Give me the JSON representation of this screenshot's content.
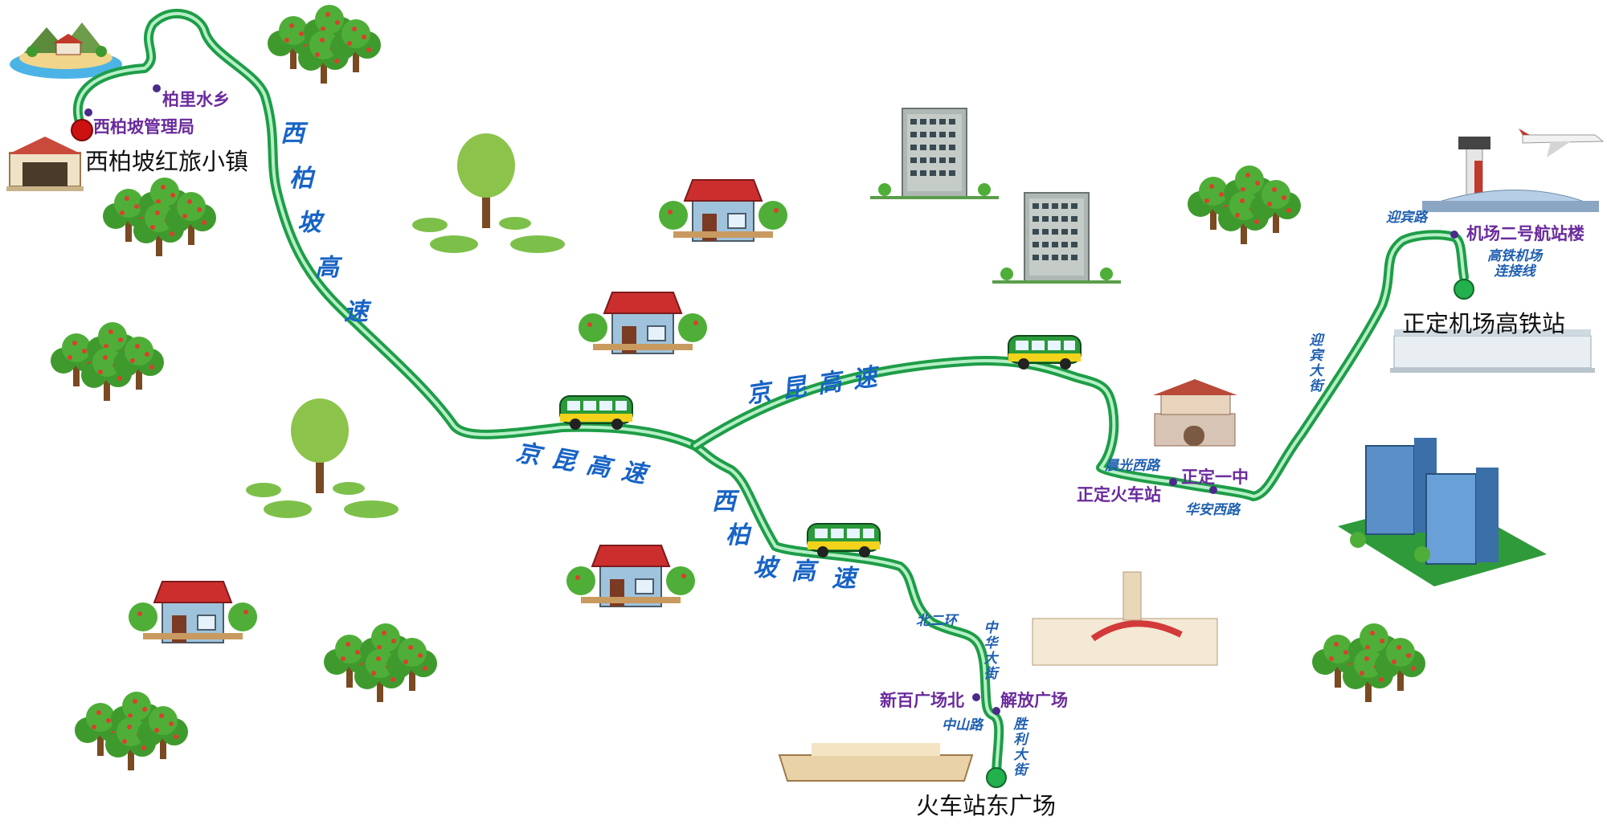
{
  "terminals": {
    "xibaipo": "西柏坡红旅小镇",
    "airport": "正定机场高铁站",
    "railway": "火车站东广场"
  },
  "stops": {
    "bailishui": "柏里水乡",
    "guanliju": "西柏坡管理局",
    "t2": "机场二号航站楼",
    "zhengding_station": "正定火车站",
    "zhengding_no1": "正定一中",
    "xinbai_north": "新百广场北",
    "jiefang": "解放广场"
  },
  "roads": {
    "yingbin": "迎宾路",
    "gaotie_link": [
      "高铁机场",
      "连接线"
    ],
    "chenguang": "晨光西路",
    "huaan": "华安西路",
    "yingbin_ave": [
      "迎",
      "宾",
      "大",
      "街"
    ],
    "beierhuan": "北二环",
    "zhonghua": [
      "中",
      "华",
      "大",
      "街"
    ],
    "zhongshan": "中山路",
    "shengli": [
      "胜",
      "利",
      "大",
      "街"
    ]
  },
  "highways": {
    "xibaipo_upper": [
      "西",
      "柏",
      "坡",
      "高",
      "速"
    ],
    "jingkun_upper": "京 昆 高 速",
    "jingkun_lower": "京 昆 高 速",
    "xibaipo_lower": [
      "西",
      "柏",
      "坡",
      "高",
      "速"
    ]
  },
  "colors": {
    "route": "#1e9d48",
    "route_light": "#b6efc6",
    "stop_text": "#6a2b9c",
    "road_text": "#1f5fb0",
    "terminal_red": "#cc1111",
    "terminal_green": "#22b14c"
  },
  "icons": [
    "island-icon",
    "tree-icon",
    "house-icon",
    "building-icon",
    "bus-icon",
    "airport-icon",
    "airplane-icon",
    "tower-icon",
    "station-icon",
    "museum-icon"
  ]
}
